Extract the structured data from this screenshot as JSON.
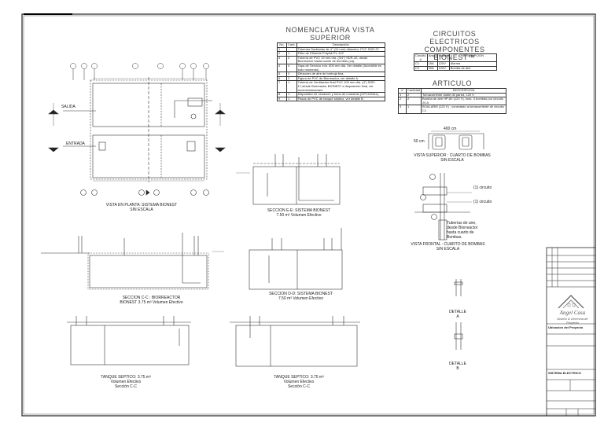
{
  "nomenclatura": {
    "title": "NOMENCLATURA VISTA SUPERIOR",
    "headers": [
      "No.",
      "Cant.",
      "Descripción"
    ],
    "rows": [
      [
        "1",
        "-",
        "Tuberías Sanitarias de 4\" (10 mm) diámetro, PVC SDR-37."
      ],
      [
        "2",
        "1",
        "Filtro de Efluente Polylok PL-122"
      ],
      [
        "3",
        "2",
        "Tubería de PVC 19 mm día. (3/4\") SDR-40, desde Biorreactor hasta cuarto de bombas (ca)."
      ],
      [
        "4",
        "4",
        "Tapa de Servicio mín. 600 mm dia. Ver detalle (Accesible en todo momento)"
      ],
      [
        "5",
        "3",
        "Difusores de aire de burbuja fina."
      ],
      [
        "6",
        "2",
        "Figura de PVC de Biorreactor, ver detalle A."
      ],
      [
        "7",
        "1",
        "Tubería de Ventilación final PVC 100 mm dia. (4\") SDR-17,desde Biorreactor BIONEST a disposición final, ver recomendaciones."
      ],
      [
        "8",
        "1",
        "Dispositivo de cloración y toma de muestras (OPCIONAL)."
      ],
      [
        "9",
        "1",
        "Pasos de PVC de tanque séptico, ver detalle B."
      ]
    ]
  },
  "circuitos": {
    "title": "CIRCUITOS ELECTRICOS COMPONENTES BIONEST™",
    "headers": [
      "Circuito #",
      "Amp.",
      "Voltaje",
      "DESCRIPCION"
    ],
    "rows": [
      [
        "C1",
        "15A",
        "120V",
        "Alarma"
      ],
      [
        "C2",
        "20A",
        "120V",
        "Bomba de aire"
      ]
    ]
  },
  "articulo": {
    "title": "ARTICULO",
    "headers": [
      "n°",
      "Cantidad",
      "DESCRIPCION"
    ],
    "rows": [
      [
        "1",
        "2",
        "Tomacorriente doble de pared, 120 V"
      ],
      [
        "2",
        "2",
        "Bomba de aire HP-80 (120 V), máx. 4 bombas por circuito 20 A"
      ],
      [
        "3",
        "1",
        "BOALARM (120 V) , conectado a tomacorriente de circuito C1"
      ]
    ]
  },
  "labels": {
    "vista_planta": "VISTA EN PLANTA: SISTEMA BIONEST",
    "sin_escala": "SIN ESCALA",
    "seccion_ee": "SECCION E-E: SISTEMA BIONEST",
    "seccion_ee_vol": "7.50 m³ Volumen Efectivo",
    "seccion_cc": "SECCION C-C : BIORREACTOR BIONEST 3.75 m³ Volumen Efectivo",
    "seccion_dd": "SECCION D-D: SISTEMA BIONEST",
    "seccion_dd_vol": "7.50 m³ Volumen Efectivo",
    "tanque1_a": "TANQUE SEPTICO: 3.75 m³",
    "tanque1_b": "Volumen Efectivo",
    "tanque1_c": "Sección C-C",
    "tanque2_a": "TANQUE SEPTICO: 3.75 m³",
    "tanque2_b": "Volumen Efectivo",
    "tanque2_c": "Sección C-C",
    "vista_superior": "VISTA SUPERIOR : CUARTO DE BOMBAS",
    "vista_frontal": "VISTA FRONTAL : CUARTO DE BOMBAS",
    "salida": "SALIDA",
    "entrada": "ENTRADA",
    "dim_400": "400 cm",
    "dim_50": "50 cm",
    "circuito": "(1) circuito",
    "tuberias_note": "Tuberías de aire, desde Biorreactor hasta cuarto de Bombas.",
    "detalle_a": "DETALLE A",
    "detalle_b": "DETALLE B",
    "brand_name": "Angel Casa",
    "brand_sub": "Diseño & Gerencia de Proyecto",
    "proyecto_label": "Ubicacion del Proyecto",
    "contenido_label": "SISTEMA ELECTRICO"
  }
}
